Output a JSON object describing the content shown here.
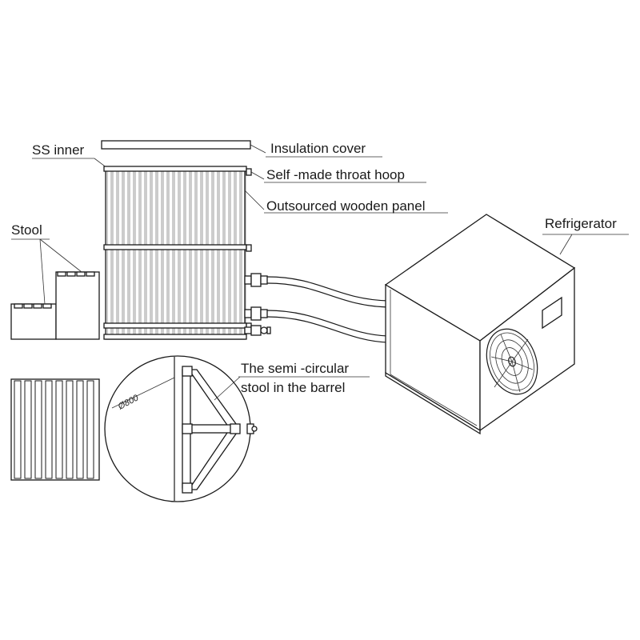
{
  "labels": {
    "ss_inner": "SS inner",
    "insulation_cover": "Insulation cover",
    "throat_hoop": "Self -made throat hoop",
    "wooden_panel": "Outsourced wooden panel",
    "stool": "Stool",
    "refrigerator": "Refrigerator",
    "semi_stool_line1": "The semi -circular",
    "semi_stool_line2": "stool in the barrel",
    "diameter": "Ø800"
  },
  "colors": {
    "line": "#1a1a1a",
    "background": "#ffffff"
  }
}
